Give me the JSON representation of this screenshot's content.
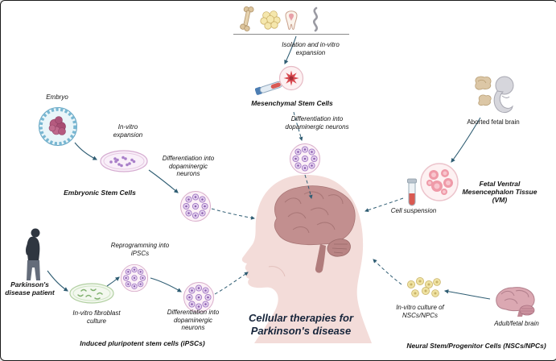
{
  "figure": {
    "center_title_line1": "Cellular therapies for",
    "center_title_line2": "Parkinson's disease"
  },
  "msc": {
    "source_icons": [
      "bone-icon",
      "adipose-tissue-icon",
      "tooth-icon",
      "umbilical-cord-icon"
    ],
    "isolation": "Isolation and in-vitro expansion",
    "label": "Mesenchymal Stem Cells",
    "differentiation": "Differentiation into dopaminergic neurons"
  },
  "esc": {
    "source": "Embryo",
    "expansion": "In-vitro expansion",
    "label": "Embryonic Stem Cells",
    "differentiation": "Differentiation into dopaminergic neurons"
  },
  "ipsc": {
    "source": "Parkinson's disease patient",
    "culture": "In-vitro fibroblast culture",
    "reprogramming": "Reprogramming into iPSCs",
    "differentiation": "Differentiation into dopaminergic neurons",
    "label": "Induced pluripotent stem cells (iPSCs)"
  },
  "vm": {
    "source": "Aborted fetal brain",
    "label": "Fetal Ventral Mesencephalon Tissue (VM)",
    "suspension": "Cell suspension"
  },
  "nsc": {
    "source": "Adult/fetal brain",
    "culture": "In-vitro culture of NSCs/NPCs",
    "label": "Neural Stem/Progenitor Cells (NSCs/NPCs)"
  },
  "colors": {
    "arrow": "#2f5d73",
    "cluster_ring": "#d9aecb",
    "cell_purple": "#a077c2",
    "head_skin": "#f3dcd9",
    "brain": "#c28f8f"
  }
}
